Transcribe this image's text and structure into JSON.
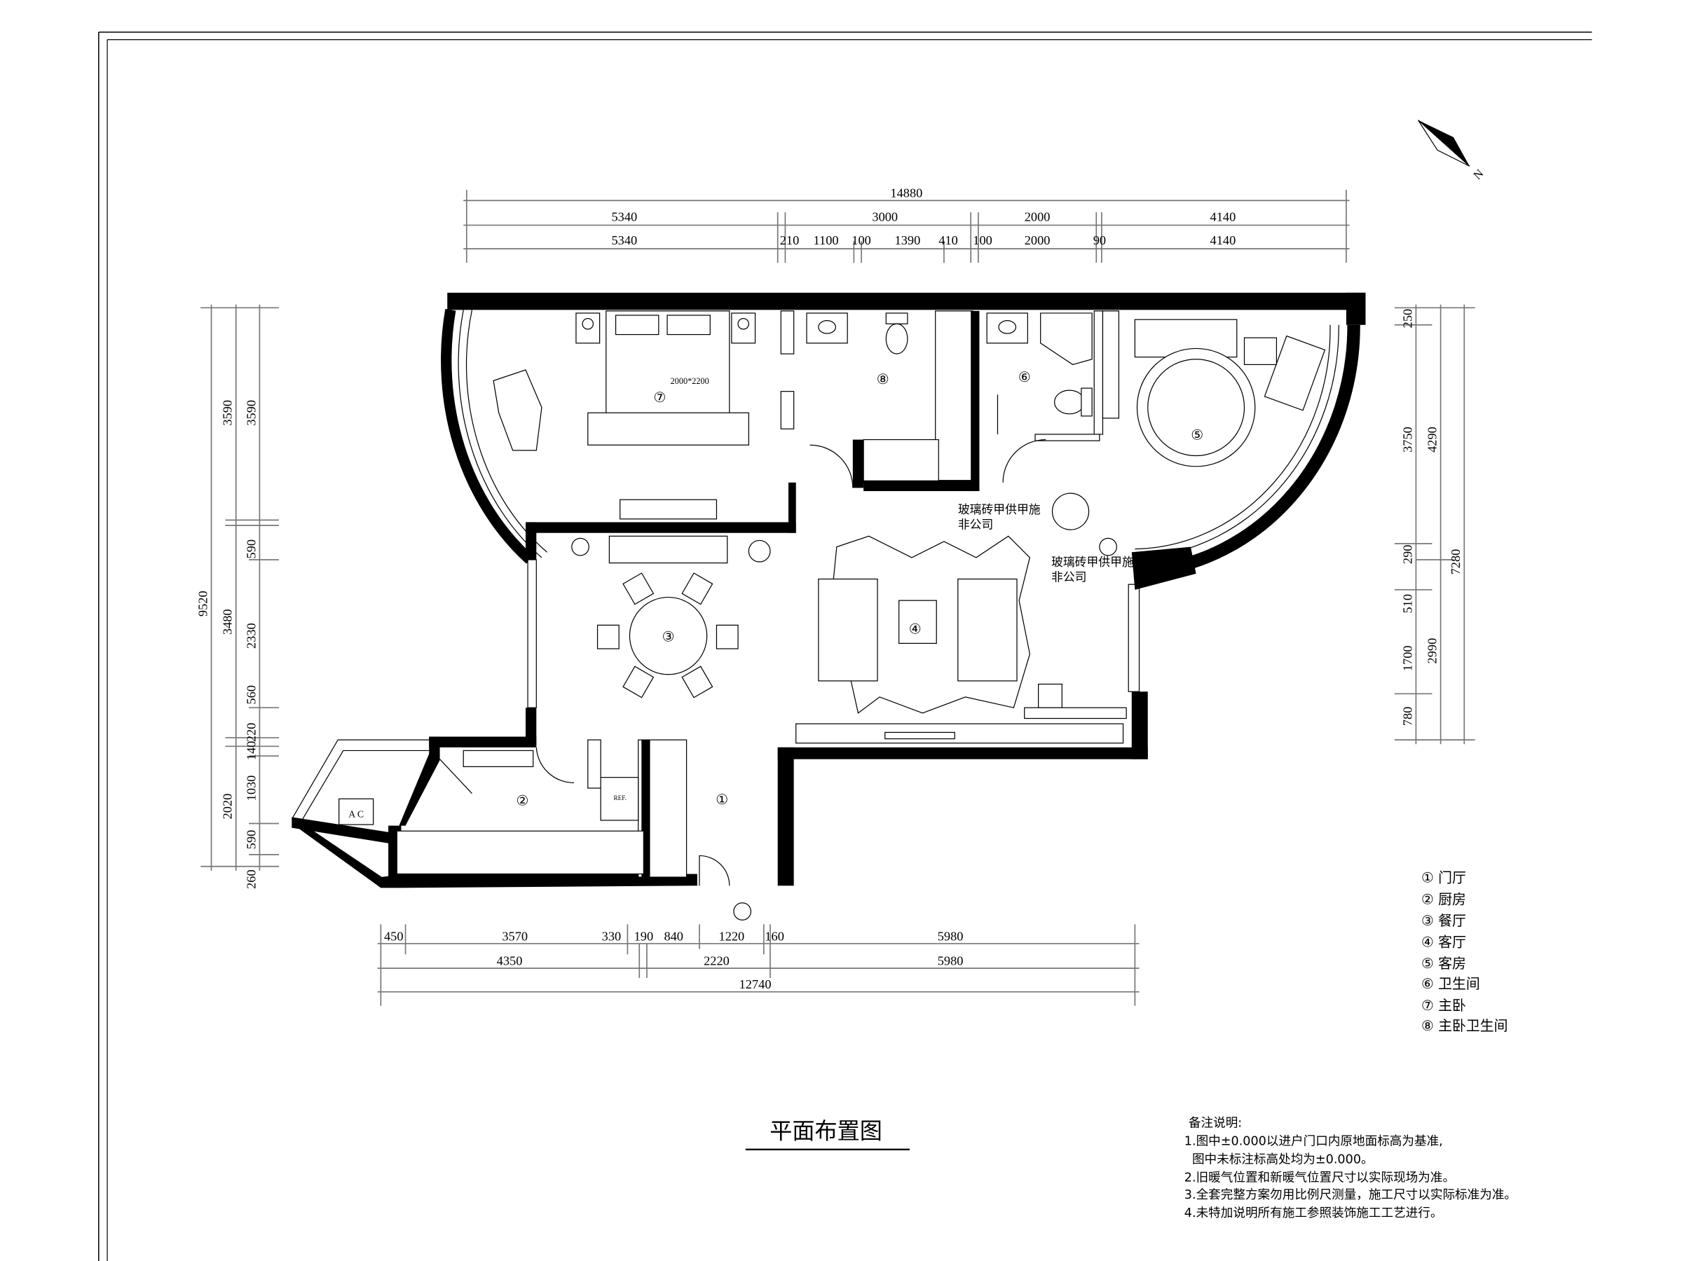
{
  "title": "平面布置图",
  "north_label": "N",
  "dimensions": {
    "top": {
      "total": "14880",
      "row2": [
        "5340",
        "3000",
        "2000",
        "4140"
      ],
      "row3": [
        "5340",
        "210",
        "1100",
        "100",
        "1390",
        "410",
        "100",
        "2000",
        "90",
        "4140"
      ]
    },
    "left": {
      "total": "9520",
      "col2": [
        "3590",
        "3480",
        "2020"
      ],
      "col3": [
        "3590",
        "590",
        "2330",
        "560",
        "220",
        "140",
        "1030",
        "590",
        "260"
      ]
    },
    "right": {
      "col1": [
        "250",
        "3750",
        "290",
        "510",
        "1700",
        "780"
      ],
      "col2": [
        "4290",
        "2990"
      ],
      "total": "7280"
    },
    "bottom": {
      "row1": [
        "450",
        "3570",
        "330",
        "190",
        "840",
        "1220",
        "160",
        "5980"
      ],
      "row2": [
        "4350",
        "2220",
        "5980"
      ],
      "total": "12740"
    }
  },
  "plan": {
    "room_markers": [
      "①",
      "②",
      "③",
      "④",
      "⑤",
      "⑥",
      "⑦",
      "⑧"
    ],
    "bed_size": "2000*2200",
    "glass_note_1": [
      "玻璃砖甲供甲施",
      "非公司"
    ],
    "glass_note_2": [
      "玻璃砖甲供甲施",
      "非公司"
    ],
    "ac_label": "A  C",
    "ref_label": "REF."
  },
  "legend": [
    "① 门厅",
    "② 厨房",
    "③ 餐厅",
    "④ 客厅",
    "⑤ 客房",
    "⑥ 卫生间",
    "⑦ 主卧",
    "⑧ 主卧卫生间"
  ],
  "notes": {
    "heading": "备注说明:",
    "lines": [
      "1.图中±0.000以进户门口内原地面标高为基准,",
      "  图中未标注标高处均为±0.000。",
      "2.旧暖气位置和新暖气位置尺寸以实际现场为准。",
      "3.全套完整方案勿用比例尺测量，施工尺寸以实际标准为准。",
      "4.未特加说明所有施工参照装饰施工工艺进行。"
    ]
  }
}
